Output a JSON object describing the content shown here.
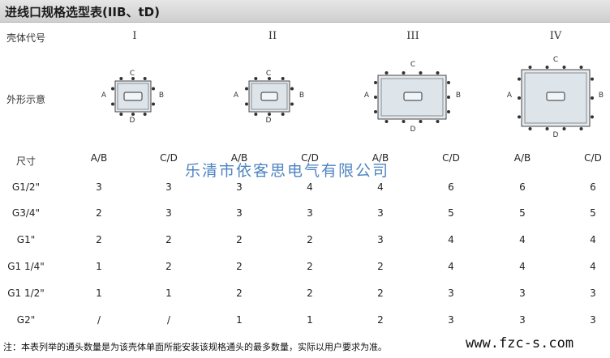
{
  "title": "进线口规格选型表(IIB、tD)",
  "row_labels": {
    "shell_code": "壳体代号",
    "schematic": "外形示意",
    "size": "尺寸"
  },
  "shell_codes": [
    "I",
    "II",
    "III",
    "IV"
  ],
  "side_labels": {
    "a": "A",
    "b": "B",
    "c": "C",
    "d": "D"
  },
  "column_headers": [
    "A/B",
    "C/D",
    "A/B",
    "C/D",
    "A/B",
    "C/D",
    "A/B",
    "C/D"
  ],
  "rows": [
    {
      "size": "G1/2\"",
      "values": [
        "3",
        "3",
        "3",
        "4",
        "4",
        "6",
        "6",
        "6"
      ]
    },
    {
      "size": "G3/4\"",
      "values": [
        "2",
        "3",
        "3",
        "3",
        "3",
        "5",
        "5",
        "5"
      ]
    },
    {
      "size": "G1\"",
      "values": [
        "2",
        "2",
        "2",
        "2",
        "3",
        "4",
        "4",
        "4"
      ]
    },
    {
      "size": "G1 1/4\"",
      "values": [
        "1",
        "2",
        "2",
        "2",
        "2",
        "4",
        "4",
        "4"
      ]
    },
    {
      "size": "G1 1/2\"",
      "values": [
        "1",
        "1",
        "2",
        "2",
        "2",
        "3",
        "3",
        "3"
      ]
    },
    {
      "size": "G2\"",
      "values": [
        "/",
        "/",
        "1",
        "1",
        "2",
        "3",
        "3",
        "3"
      ]
    }
  ],
  "watermark": "乐清市依客思电气有限公司",
  "note": "注：本表列举的通头数量是为该壳体单面所能安装该规格通头的最多数量，实际以用户要求为准。",
  "website": "www.fzc-s.com",
  "colors": {
    "box_fill": "#dde4ea",
    "box_stroke": "#555555",
    "watermark": "#2f6fb7",
    "title_bar": "#d9d9d9"
  }
}
